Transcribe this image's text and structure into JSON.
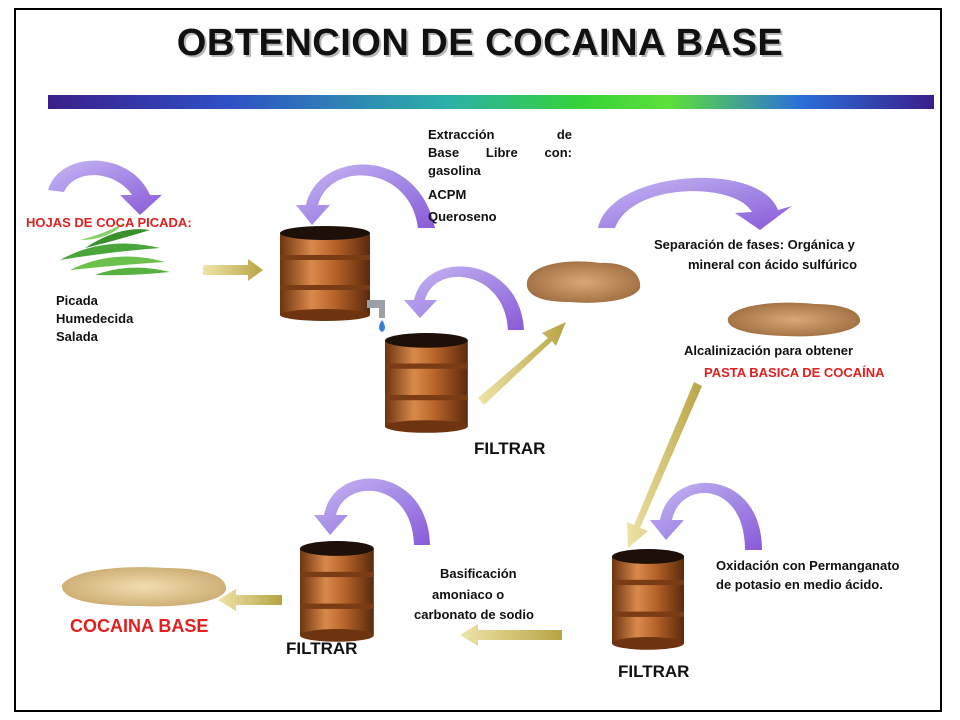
{
  "title": "OBTENCION DE COCAINA BASE",
  "labels": {
    "hojas": "HOJAS DE COCA PICADA:",
    "picada": "Picada",
    "humedecida": "Humedecida",
    "salada": "Salada",
    "extraccion_1": "Extracción de",
    "extraccion_2": "Base Libre con:",
    "gasolina": "gasolina",
    "acpm": "ACPM",
    "queroseno": "Queroseno",
    "separacion_1": "Separación de fases: Orgánica y",
    "separacion_2": "mineral con  ácido sulfúrico",
    "alcalinizacion": "Alcalinización para obtener",
    "pasta": "PASTA BASICA DE COCAÍNA",
    "filtrar_1": "FILTRAR",
    "oxidacion_1": "Oxidación con Permanganato",
    "oxidacion_2": "de potasio en medio ácido.",
    "filtrar_2": "FILTRAR",
    "basificacion_1": "Basificación",
    "basificacion_2": "amoniaco o",
    "basificacion_3": "carbonato de sodio",
    "filtrar_3": "FILTRAR",
    "cocaina_base": "COCAINA BASE"
  },
  "colors": {
    "red_text": "#e0201e",
    "barrel": "#b8642a",
    "curved_arrow": "#9a7ee0",
    "straight_arrow": "#c8b85a",
    "paste": "#c89868",
    "leaves": "#4aa53a"
  }
}
